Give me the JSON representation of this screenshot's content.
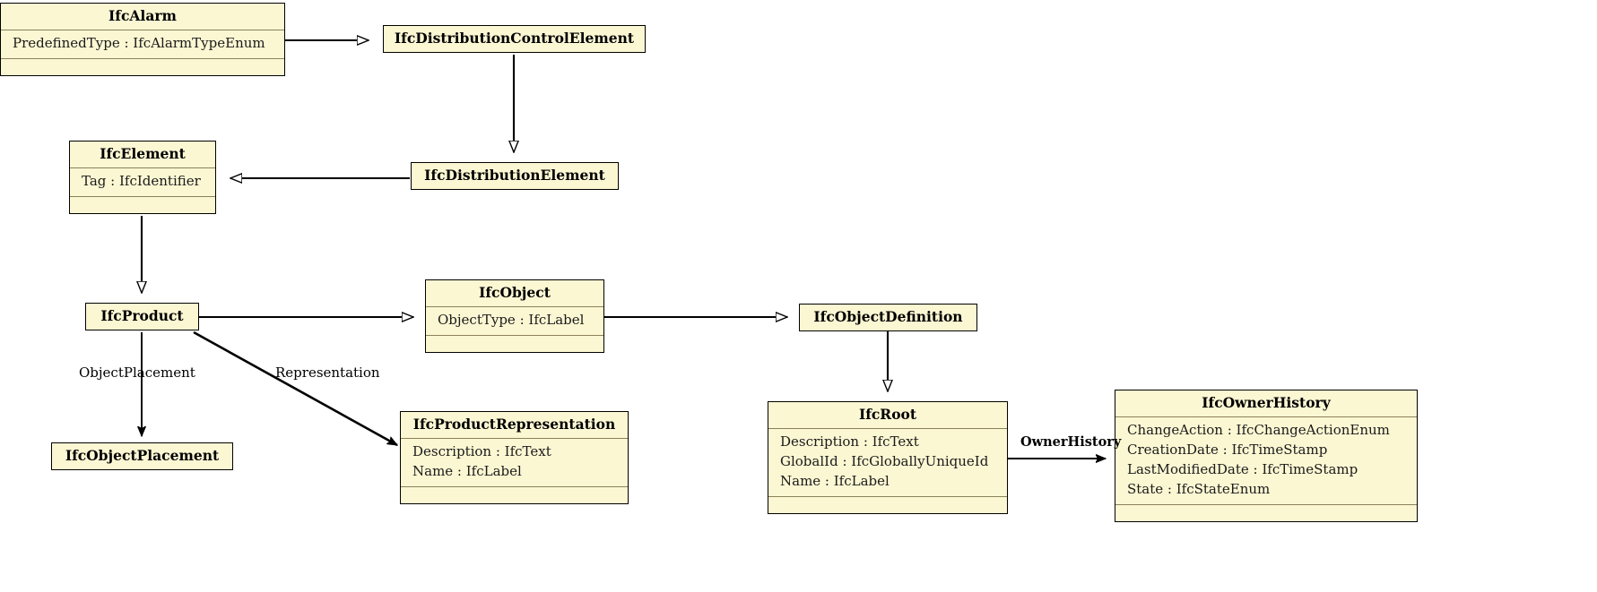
{
  "diagram": {
    "title": "IFC class hierarchy diagram",
    "type": "uml-class-diagram",
    "colors": {
      "class_fill": "#fcf7d3",
      "class_border": "#000000",
      "compartment_separator": "#8a8157",
      "edge": "#000000",
      "background": "#ffffff"
    }
  },
  "classes": [
    {
      "id": "ifcalarm",
      "name": "IfcAlarm",
      "attributes": [
        "PredefinedType : IfcAlarmTypeEnum"
      ],
      "has_empty_compartment": true
    },
    {
      "id": "ifcdistributioncontrolelement",
      "name": "IfcDistributionControlElement",
      "attributes": [],
      "has_empty_compartment": false
    },
    {
      "id": "ifcelement",
      "name": "IfcElement",
      "attributes": [
        "Tag : IfcIdentifier"
      ],
      "has_empty_compartment": true
    },
    {
      "id": "ifcdistributionelement",
      "name": "IfcDistributionElement",
      "attributes": [],
      "has_empty_compartment": false
    },
    {
      "id": "ifcproduct",
      "name": "IfcProduct",
      "attributes": [],
      "has_empty_compartment": false
    },
    {
      "id": "ifcobject",
      "name": "IfcObject",
      "attributes": [
        "ObjectType : IfcLabel"
      ],
      "has_empty_compartment": true
    },
    {
      "id": "ifcobjectdefinition",
      "name": "IfcObjectDefinition",
      "attributes": [],
      "has_empty_compartment": false
    },
    {
      "id": "ifcobjectplacement",
      "name": "IfcObjectPlacement",
      "attributes": [],
      "has_empty_compartment": false
    },
    {
      "id": "ifcproductrepresentation",
      "name": "IfcProductRepresentation",
      "attributes": [
        "Description : IfcText",
        "Name : IfcLabel"
      ],
      "has_empty_compartment": true
    },
    {
      "id": "ifcroot",
      "name": "IfcRoot",
      "attributes": [
        "Description : IfcText",
        "GlobalId : IfcGloballyUniqueId",
        "Name : IfcLabel"
      ],
      "has_empty_compartment": true
    },
    {
      "id": "ifcownerhistory",
      "name": "IfcOwnerHistory",
      "attributes": [
        "ChangeAction : IfcChangeActionEnum",
        "CreationDate : IfcTimeStamp",
        "LastModifiedDate : IfcTimeStamp",
        "State : IfcStateEnum"
      ],
      "has_empty_compartment": true
    }
  ],
  "edges": [
    {
      "id": "e1",
      "from": "ifcalarm",
      "to": "ifcdistributioncontrolelement",
      "kind": "generalization",
      "label": ""
    },
    {
      "id": "e2",
      "from": "ifcdistributioncontrolelement",
      "to": "ifcdistributionelement",
      "kind": "generalization",
      "label": ""
    },
    {
      "id": "e3",
      "from": "ifcdistributionelement",
      "to": "ifcelement",
      "kind": "generalization",
      "label": ""
    },
    {
      "id": "e4",
      "from": "ifcelement",
      "to": "ifcproduct",
      "kind": "generalization",
      "label": ""
    },
    {
      "id": "e5",
      "from": "ifcproduct",
      "to": "ifcobject",
      "kind": "generalization",
      "label": ""
    },
    {
      "id": "e6",
      "from": "ifcobject",
      "to": "ifcobjectdefinition",
      "kind": "generalization",
      "label": ""
    },
    {
      "id": "e7",
      "from": "ifcobjectdefinition",
      "to": "ifcroot",
      "kind": "generalization",
      "label": ""
    },
    {
      "id": "e8",
      "from": "ifcproduct",
      "to": "ifcobjectplacement",
      "kind": "association",
      "label": "ObjectPlacement"
    },
    {
      "id": "e9",
      "from": "ifcproduct",
      "to": "ifcproductrepresentation",
      "kind": "association",
      "label": "Representation"
    },
    {
      "id": "e10",
      "from": "ifcroot",
      "to": "ifcownerhistory",
      "kind": "association",
      "label": "OwnerHistory"
    }
  ],
  "labels": {
    "object_placement": "ObjectPlacement",
    "representation": "Representation",
    "owner_history": "OwnerHistory"
  }
}
